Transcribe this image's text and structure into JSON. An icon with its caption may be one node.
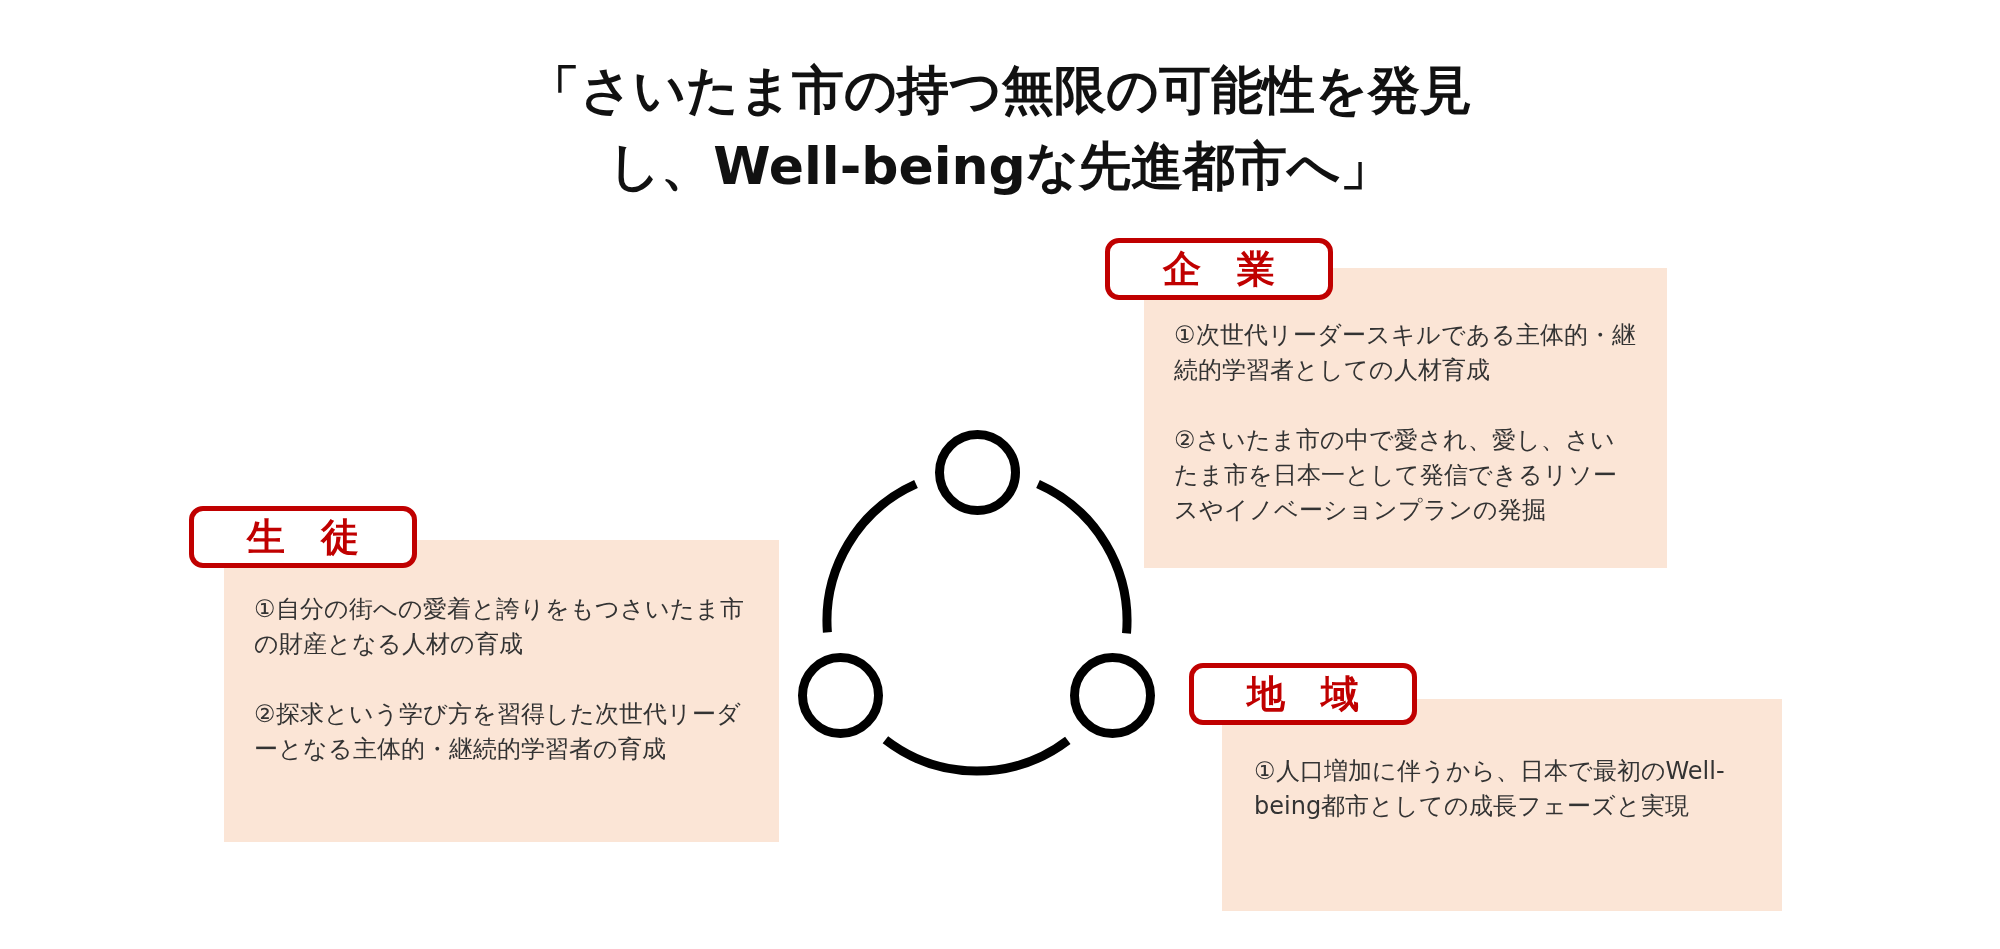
{
  "diagram": {
    "title": "「さいたま市の持つ無限の可能性を発見し、Well-beingな先進都市へ」",
    "nodes": [
      {
        "text": [
          "企業"
        ]
      },
      {
        "text": [
          "①次世代リーダースキルである主体的・継続的学習者としての人材育成",
          "②さいたま市の中で愛され、愛し、さいたま市を日本一として発信できるリソースやイノベーションプランの発掘"
        ]
      },
      {
        "text": [
          "生徒"
        ]
      },
      {
        "text": [
          "①自分の街への愛着と誇りをもつさいたま市の財産となる人材の育成",
          "②探求という学び方を習得した次世代リーダーとなる主体的・継続的学習者の育成"
        ]
      },
      {
        "text": [
          "地域"
        ]
      },
      {
        "text": [
          "①人口増加に伴うから、日本で最初のWell-being都市としての成長フェーズと実現"
        ]
      },
      {
        "text": [],
        "shape": "circle"
      },
      {
        "text": [],
        "shape": "circle"
      },
      {
        "text": [],
        "shape": "circle"
      }
    ],
    "edges": [
      {
        "from": 6,
        "to": 7,
        "arrow": "none"
      },
      {
        "from": 6,
        "to": 8,
        "arrow": "none"
      },
      {
        "from": 7,
        "to": 8,
        "arrow": "none"
      }
    ]
  }
}
